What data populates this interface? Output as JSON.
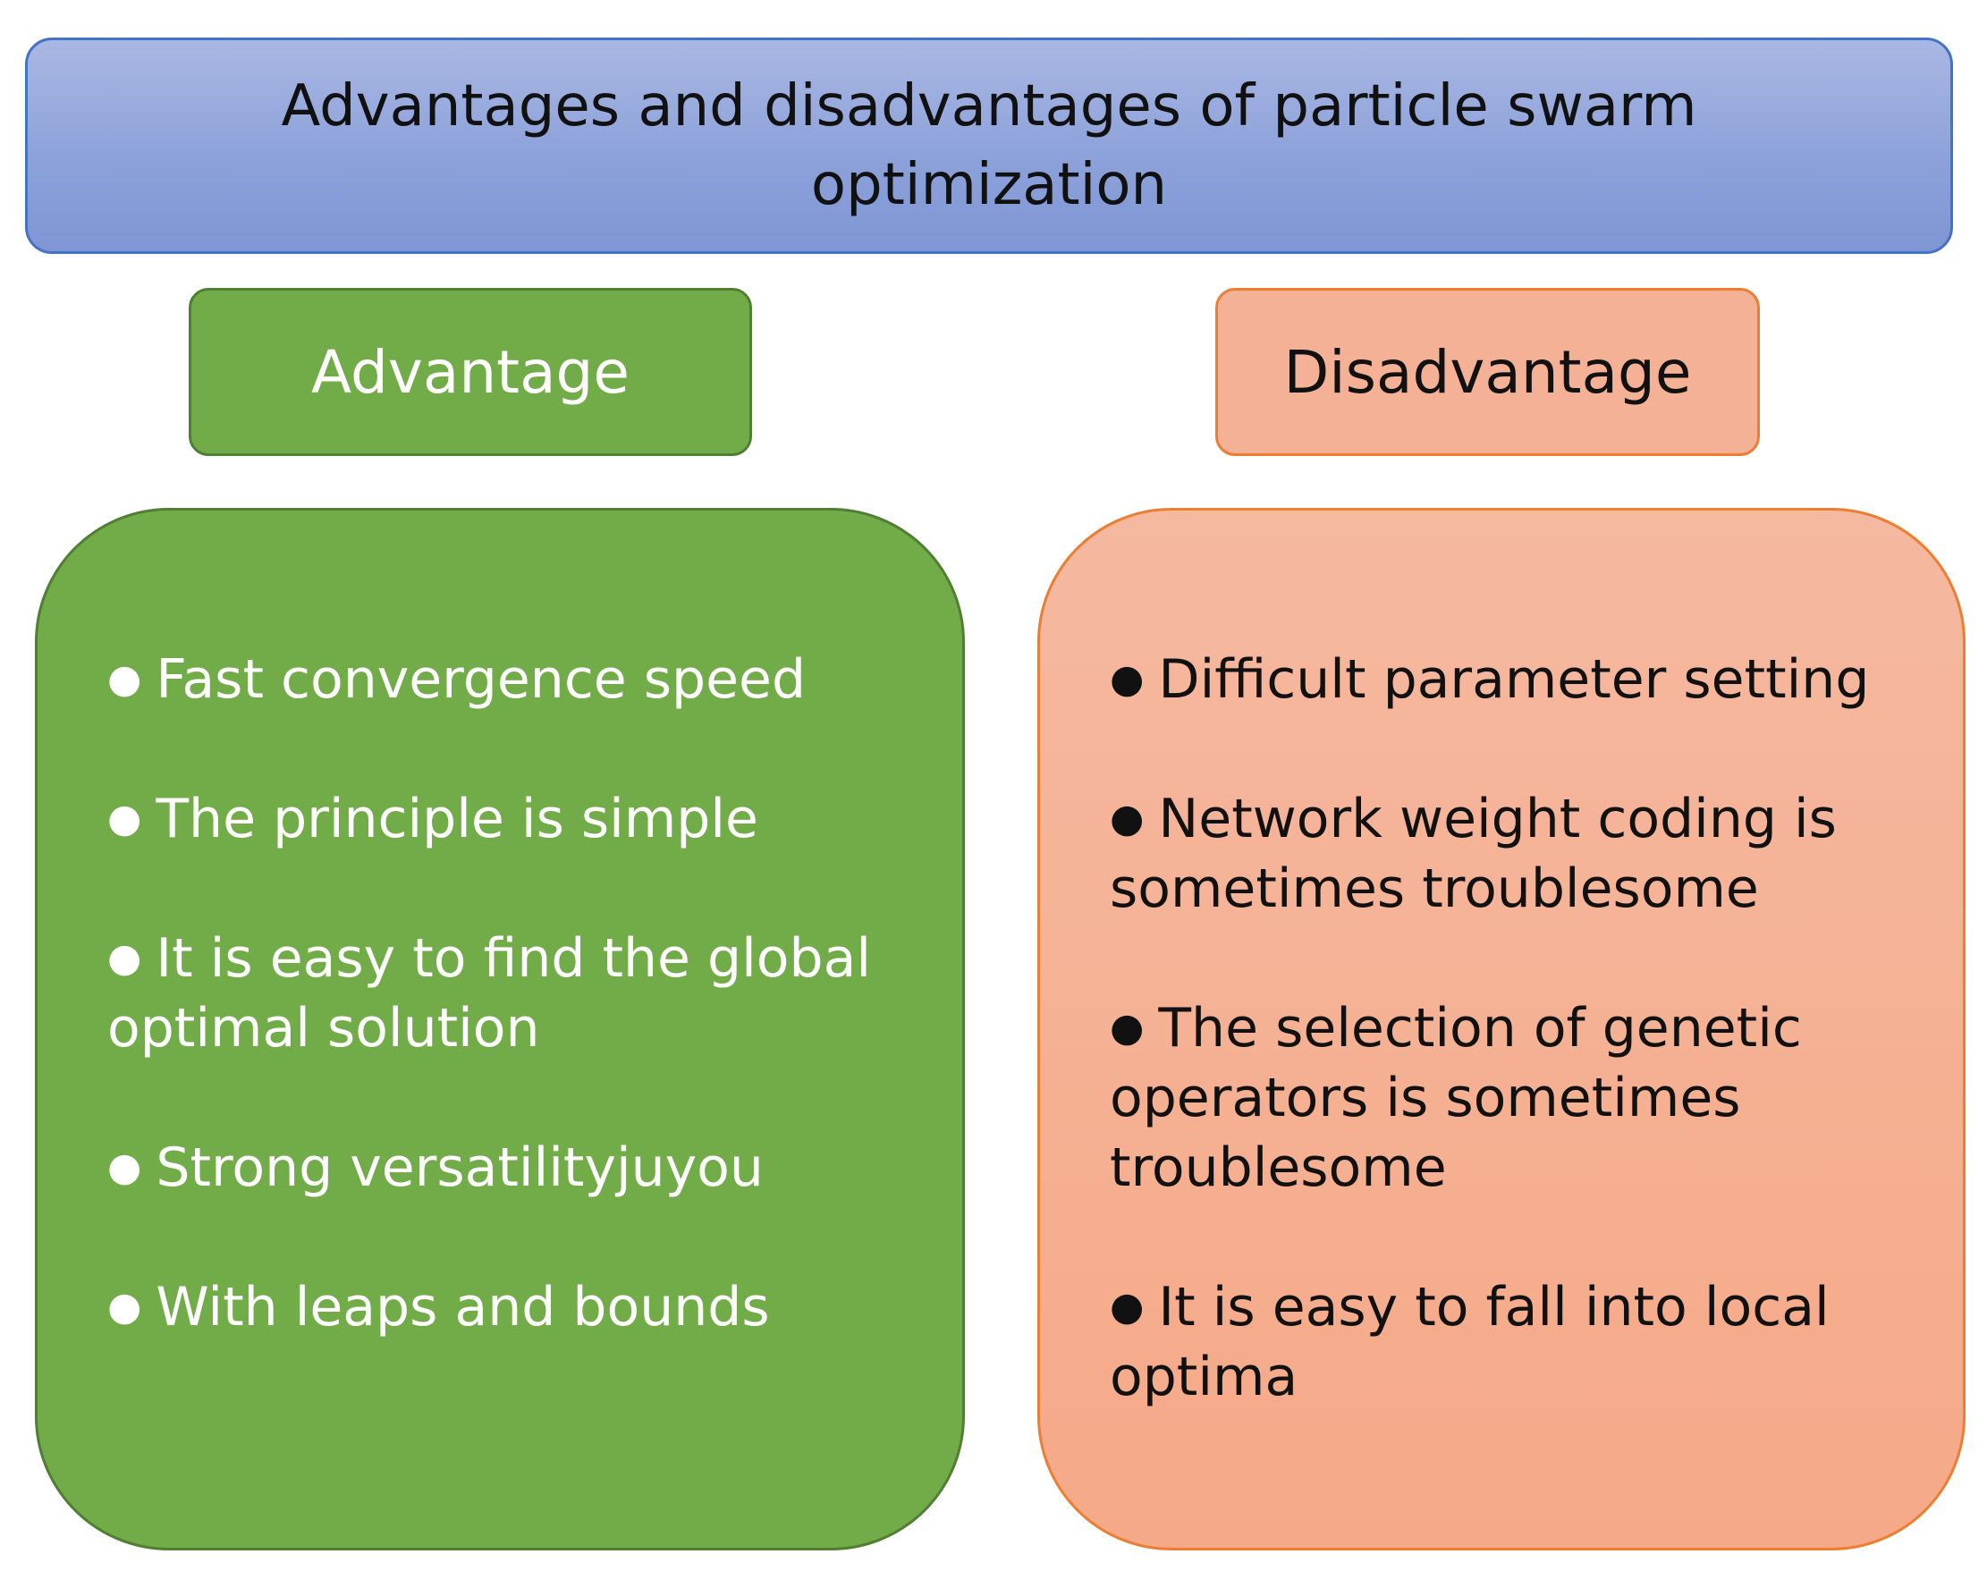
{
  "title": "Advantages and disadvantages of particle swarm optimization",
  "advantage": {
    "header": "Advantage",
    "bullet": "●",
    "items": [
      "Fast convergence speed",
      "The principle is simple",
      "It is easy to find the global optimal solution",
      "Strong versatilityjuyou",
      "With leaps and bounds"
    ]
  },
  "disadvantage": {
    "header": "Disadvantage",
    "bullet": "●",
    "items": [
      "Difficult parameter setting",
      "Network weight coding is sometimes troublesome",
      "The selection of genetic operators is sometimes troublesome",
      "It is easy to fall into local optima"
    ]
  },
  "colors": {
    "title_fill": "#8DA2DA",
    "title_border": "#4472C4",
    "advantage_fill": "#72AC48",
    "advantage_border": "#507E32",
    "disadvantage_fill": "#F5B196",
    "disadvantage_border": "#ED7D31"
  }
}
